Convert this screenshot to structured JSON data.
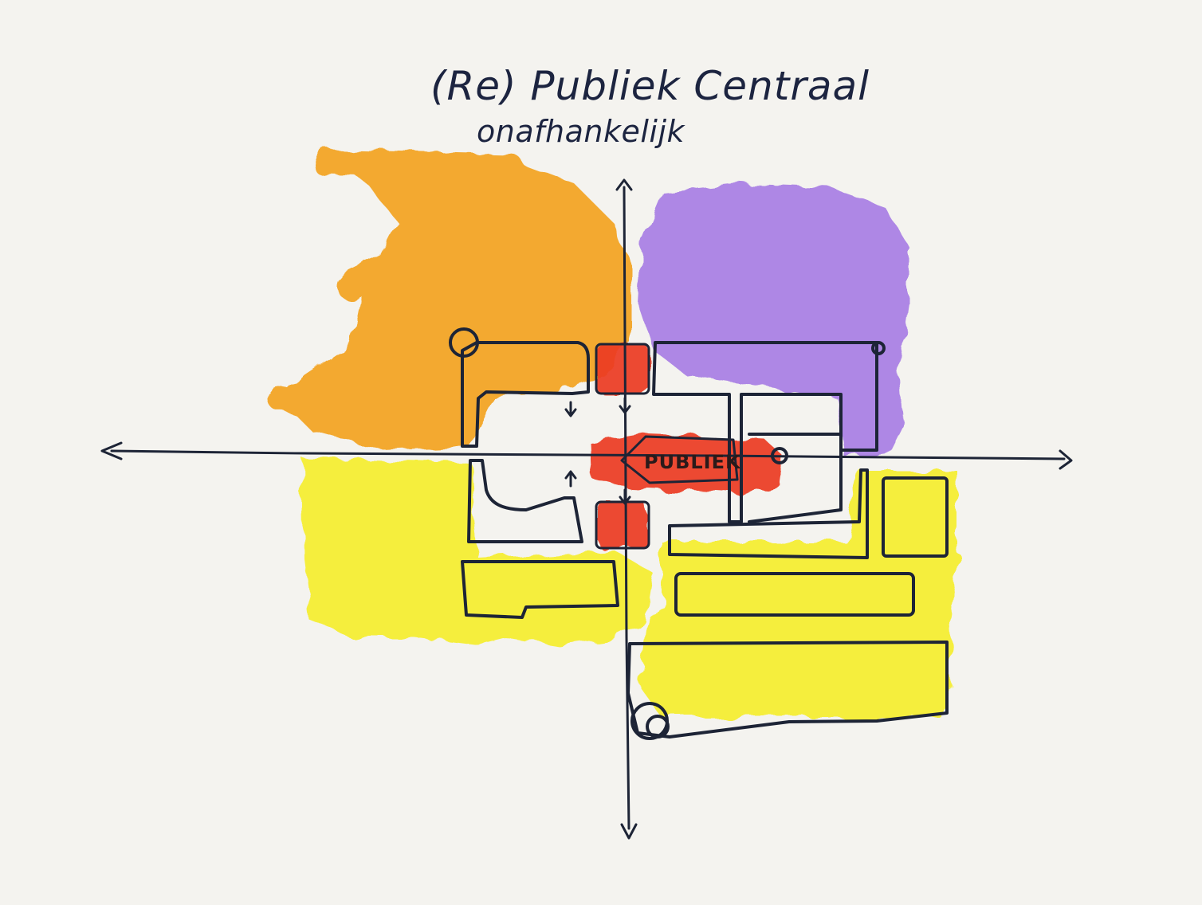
{
  "title": {
    "line1": "(Re) Publiek Centraal",
    "line2": "onafhankelijk"
  },
  "center_label": "PUBLIEK",
  "colors": {
    "paper": "#f4f3ef",
    "orange": "#f3a21c",
    "purple": "#a274e4",
    "yellow": "#f6ee2c",
    "red": "#ec3a22",
    "ink": "#1d2436"
  },
  "zones": [
    {
      "name": "top-left",
      "color": "orange"
    },
    {
      "name": "top-right",
      "color": "purple"
    },
    {
      "name": "bottom",
      "color": "yellow"
    },
    {
      "name": "center",
      "color": "red"
    }
  ]
}
